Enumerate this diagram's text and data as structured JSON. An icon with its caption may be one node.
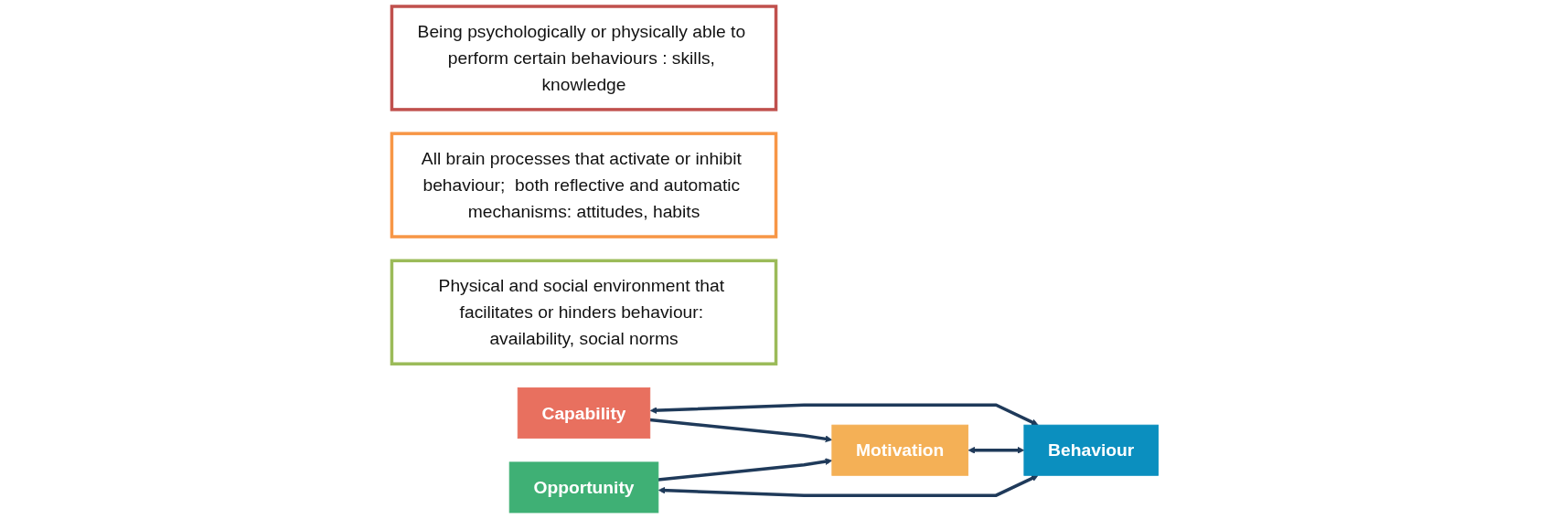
{
  "diagram": {
    "nodes": [
      {
        "text": [
          "Being psychologically or physically able to perform certain behaviours : skills, knowledge"
        ]
      },
      {
        "text": [
          "All brain processes that activate or inhibit behaviour;  both reflective and automatic mechanisms: attitudes, habits"
        ]
      },
      {
        "text": [
          "Physical and social environment that facilitates or hinders behaviour: availability, social norms"
        ]
      },
      {
        "text": [
          "Capability"
        ]
      },
      {
        "text": [
          "Motivation"
        ]
      },
      {
        "text": [
          "Opportunity"
        ]
      },
      {
        "text": [
          "Behaviour"
        ]
      }
    ],
    "edges": [
      {
        "from": 3,
        "to": 4,
        "arrow": "to"
      },
      {
        "from": 5,
        "to": 4,
        "arrow": "to"
      },
      {
        "from": 3,
        "to": 6,
        "arrow": "both"
      },
      {
        "from": 4,
        "to": 6,
        "arrow": "both"
      },
      {
        "from": 5,
        "to": 6,
        "arrow": "both"
      }
    ]
  }
}
